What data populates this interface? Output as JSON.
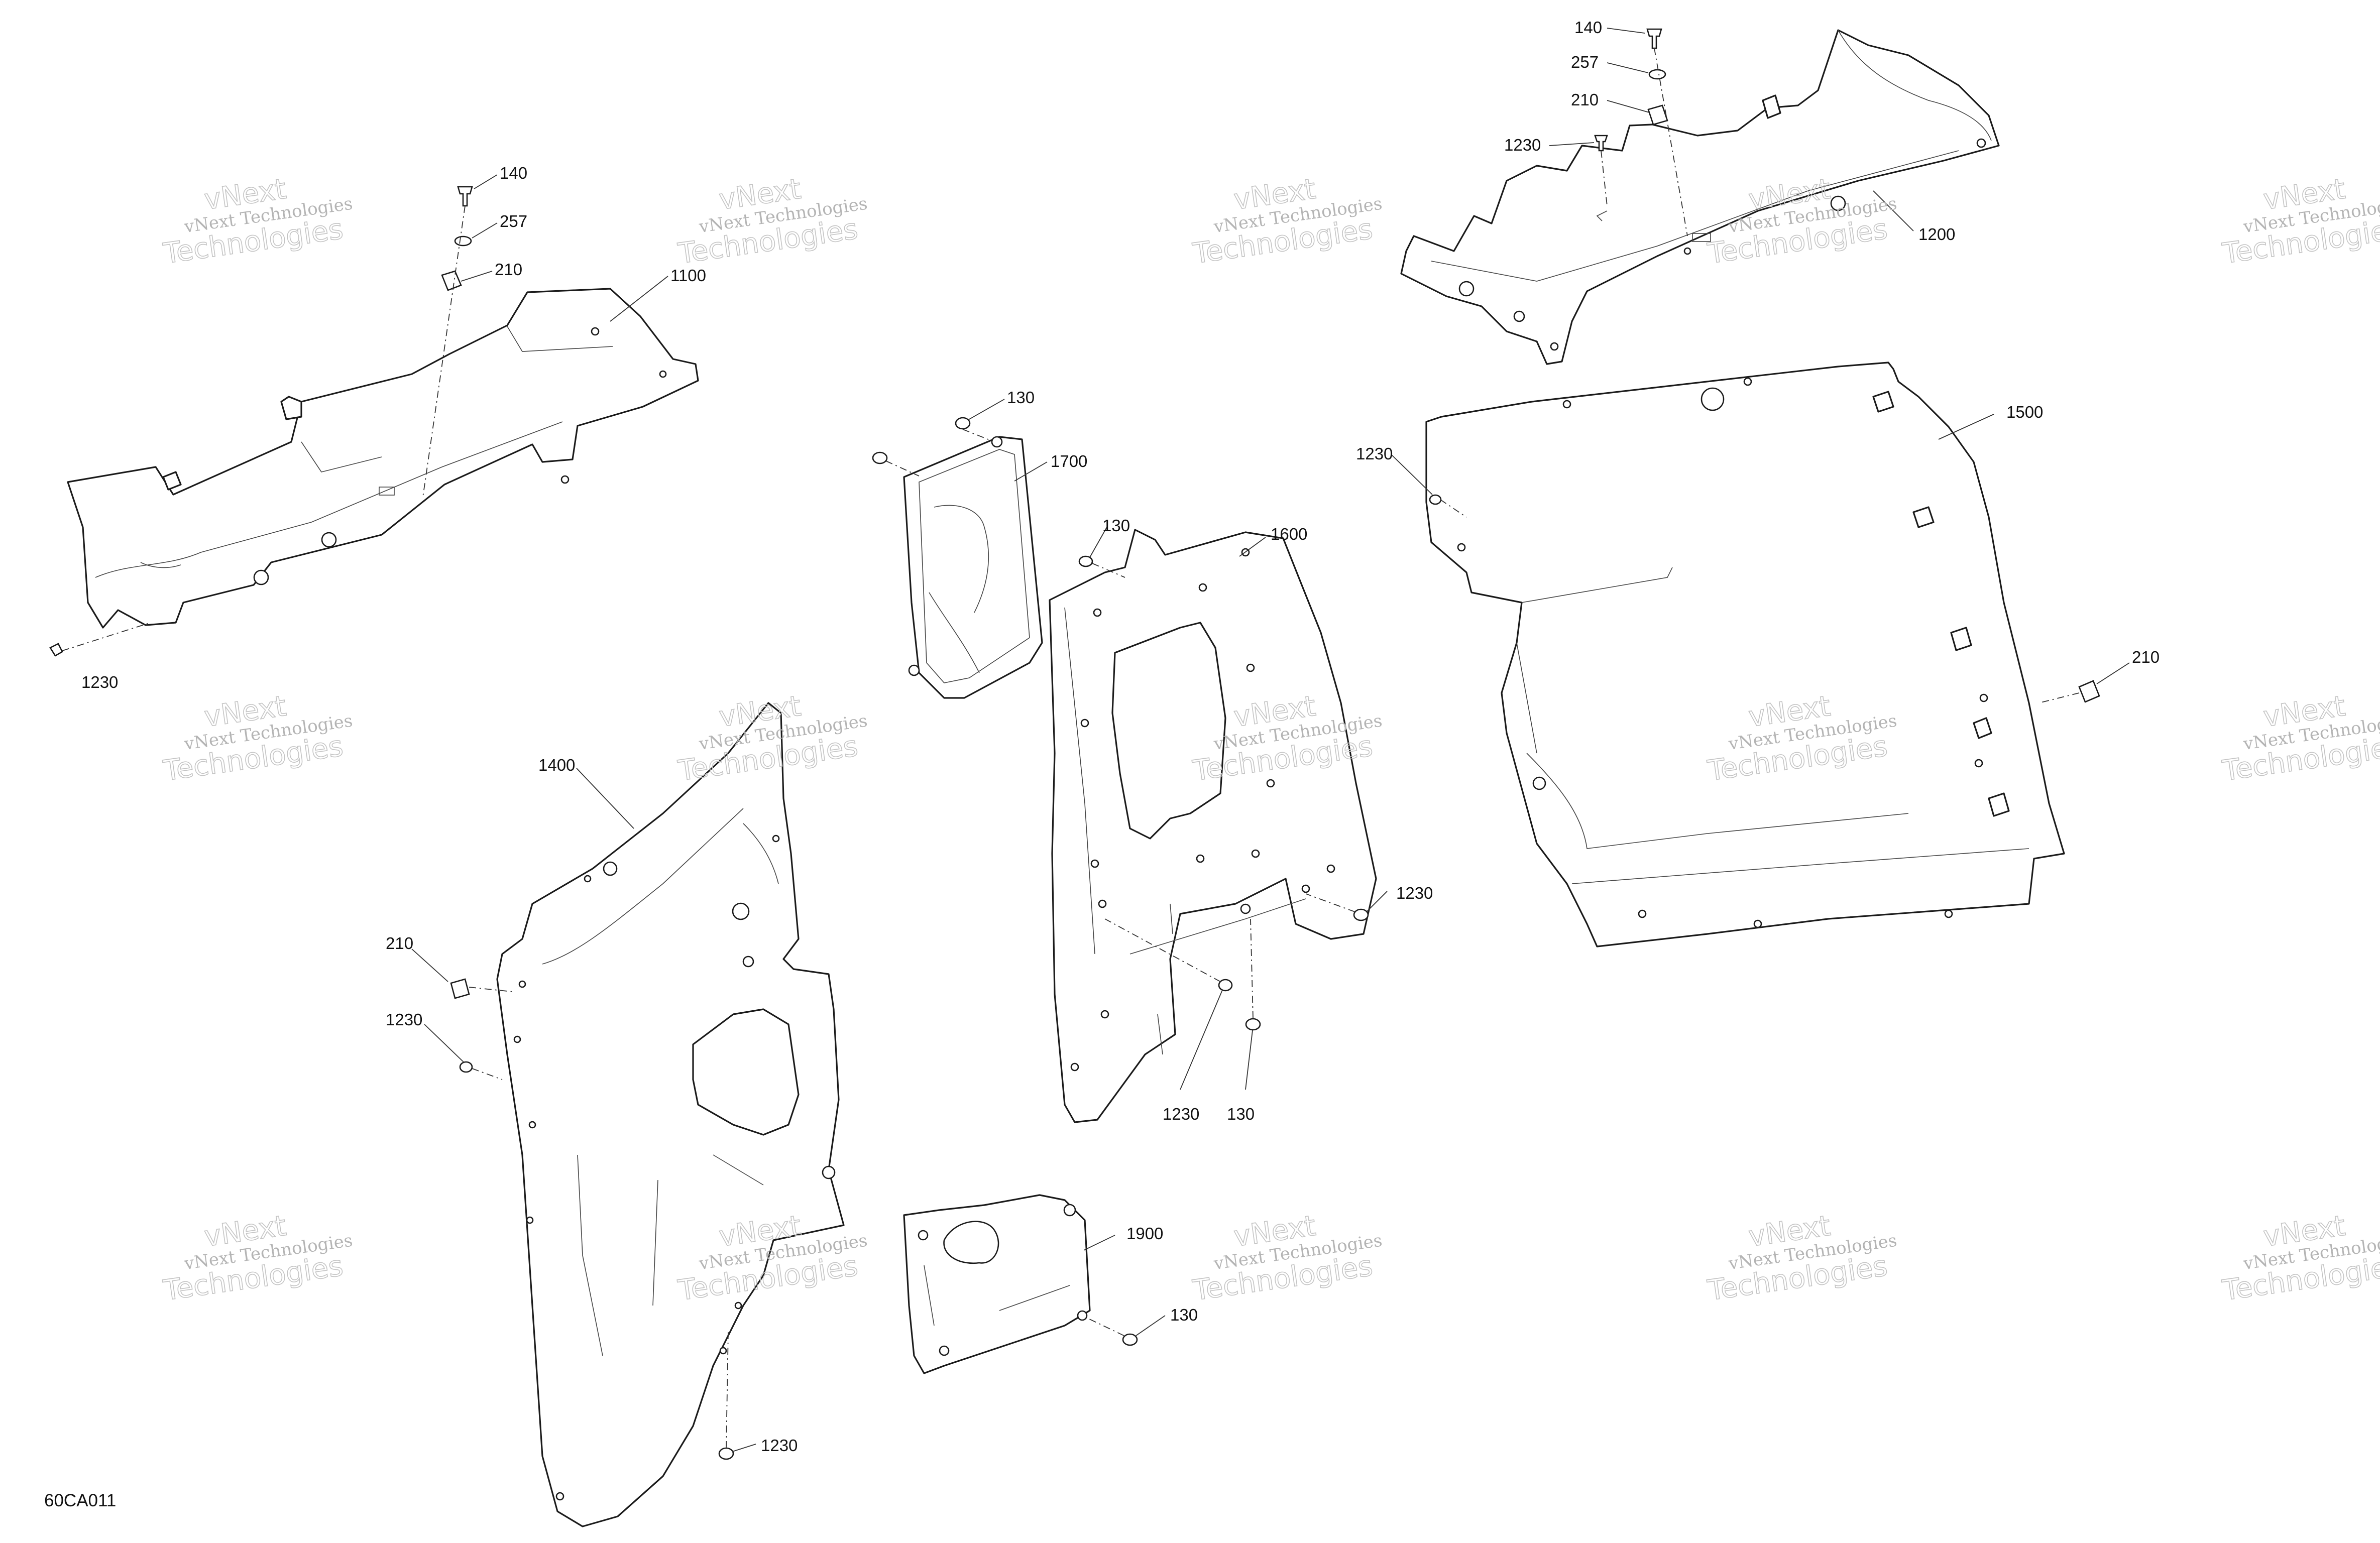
{
  "diagram_code": "60CA011",
  "watermark": {
    "line1": "vNext",
    "line2": "vNext Technologies",
    "line3": "Technologies"
  },
  "callouts": [
    {
      "id": "c1",
      "label": "140"
    },
    {
      "id": "c2",
      "label": "257"
    },
    {
      "id": "c3",
      "label": "210"
    },
    {
      "id": "c4",
      "label": "1100"
    },
    {
      "id": "c5",
      "label": "1230"
    },
    {
      "id": "c6",
      "label": "140"
    },
    {
      "id": "c7",
      "label": "257"
    },
    {
      "id": "c8",
      "label": "210"
    },
    {
      "id": "c9",
      "label": "1230"
    },
    {
      "id": "c10",
      "label": "1200"
    },
    {
      "id": "c11",
      "label": "130"
    },
    {
      "id": "c12",
      "label": "1700"
    },
    {
      "id": "c13",
      "label": "130"
    },
    {
      "id": "c14",
      "label": "1600"
    },
    {
      "id": "c15",
      "label": "1230"
    },
    {
      "id": "c16",
      "label": "1500"
    },
    {
      "id": "c17",
      "label": "210"
    },
    {
      "id": "c18",
      "label": "1400"
    },
    {
      "id": "c19",
      "label": "210"
    },
    {
      "id": "c20",
      "label": "1230"
    },
    {
      "id": "c21",
      "label": "1230"
    },
    {
      "id": "c22",
      "label": "1230"
    },
    {
      "id": "c23",
      "label": "130"
    },
    {
      "id": "c24",
      "label": "1900"
    },
    {
      "id": "c25",
      "label": "130"
    },
    {
      "id": "c26",
      "label": "1230"
    }
  ]
}
